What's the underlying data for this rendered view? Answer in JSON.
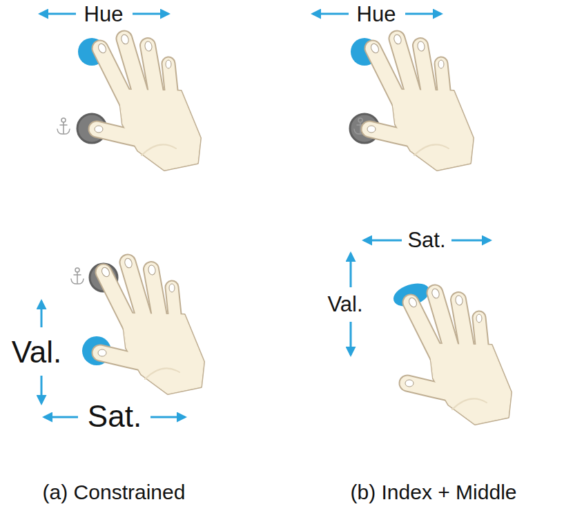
{
  "diagram": {
    "labels": [
      "Hue",
      "Hue",
      "Sat.",
      "Val.",
      "Val.",
      "Sat.",
      "(a) Constrained",
      "(b) Index + Middle"
    ]
  }
}
